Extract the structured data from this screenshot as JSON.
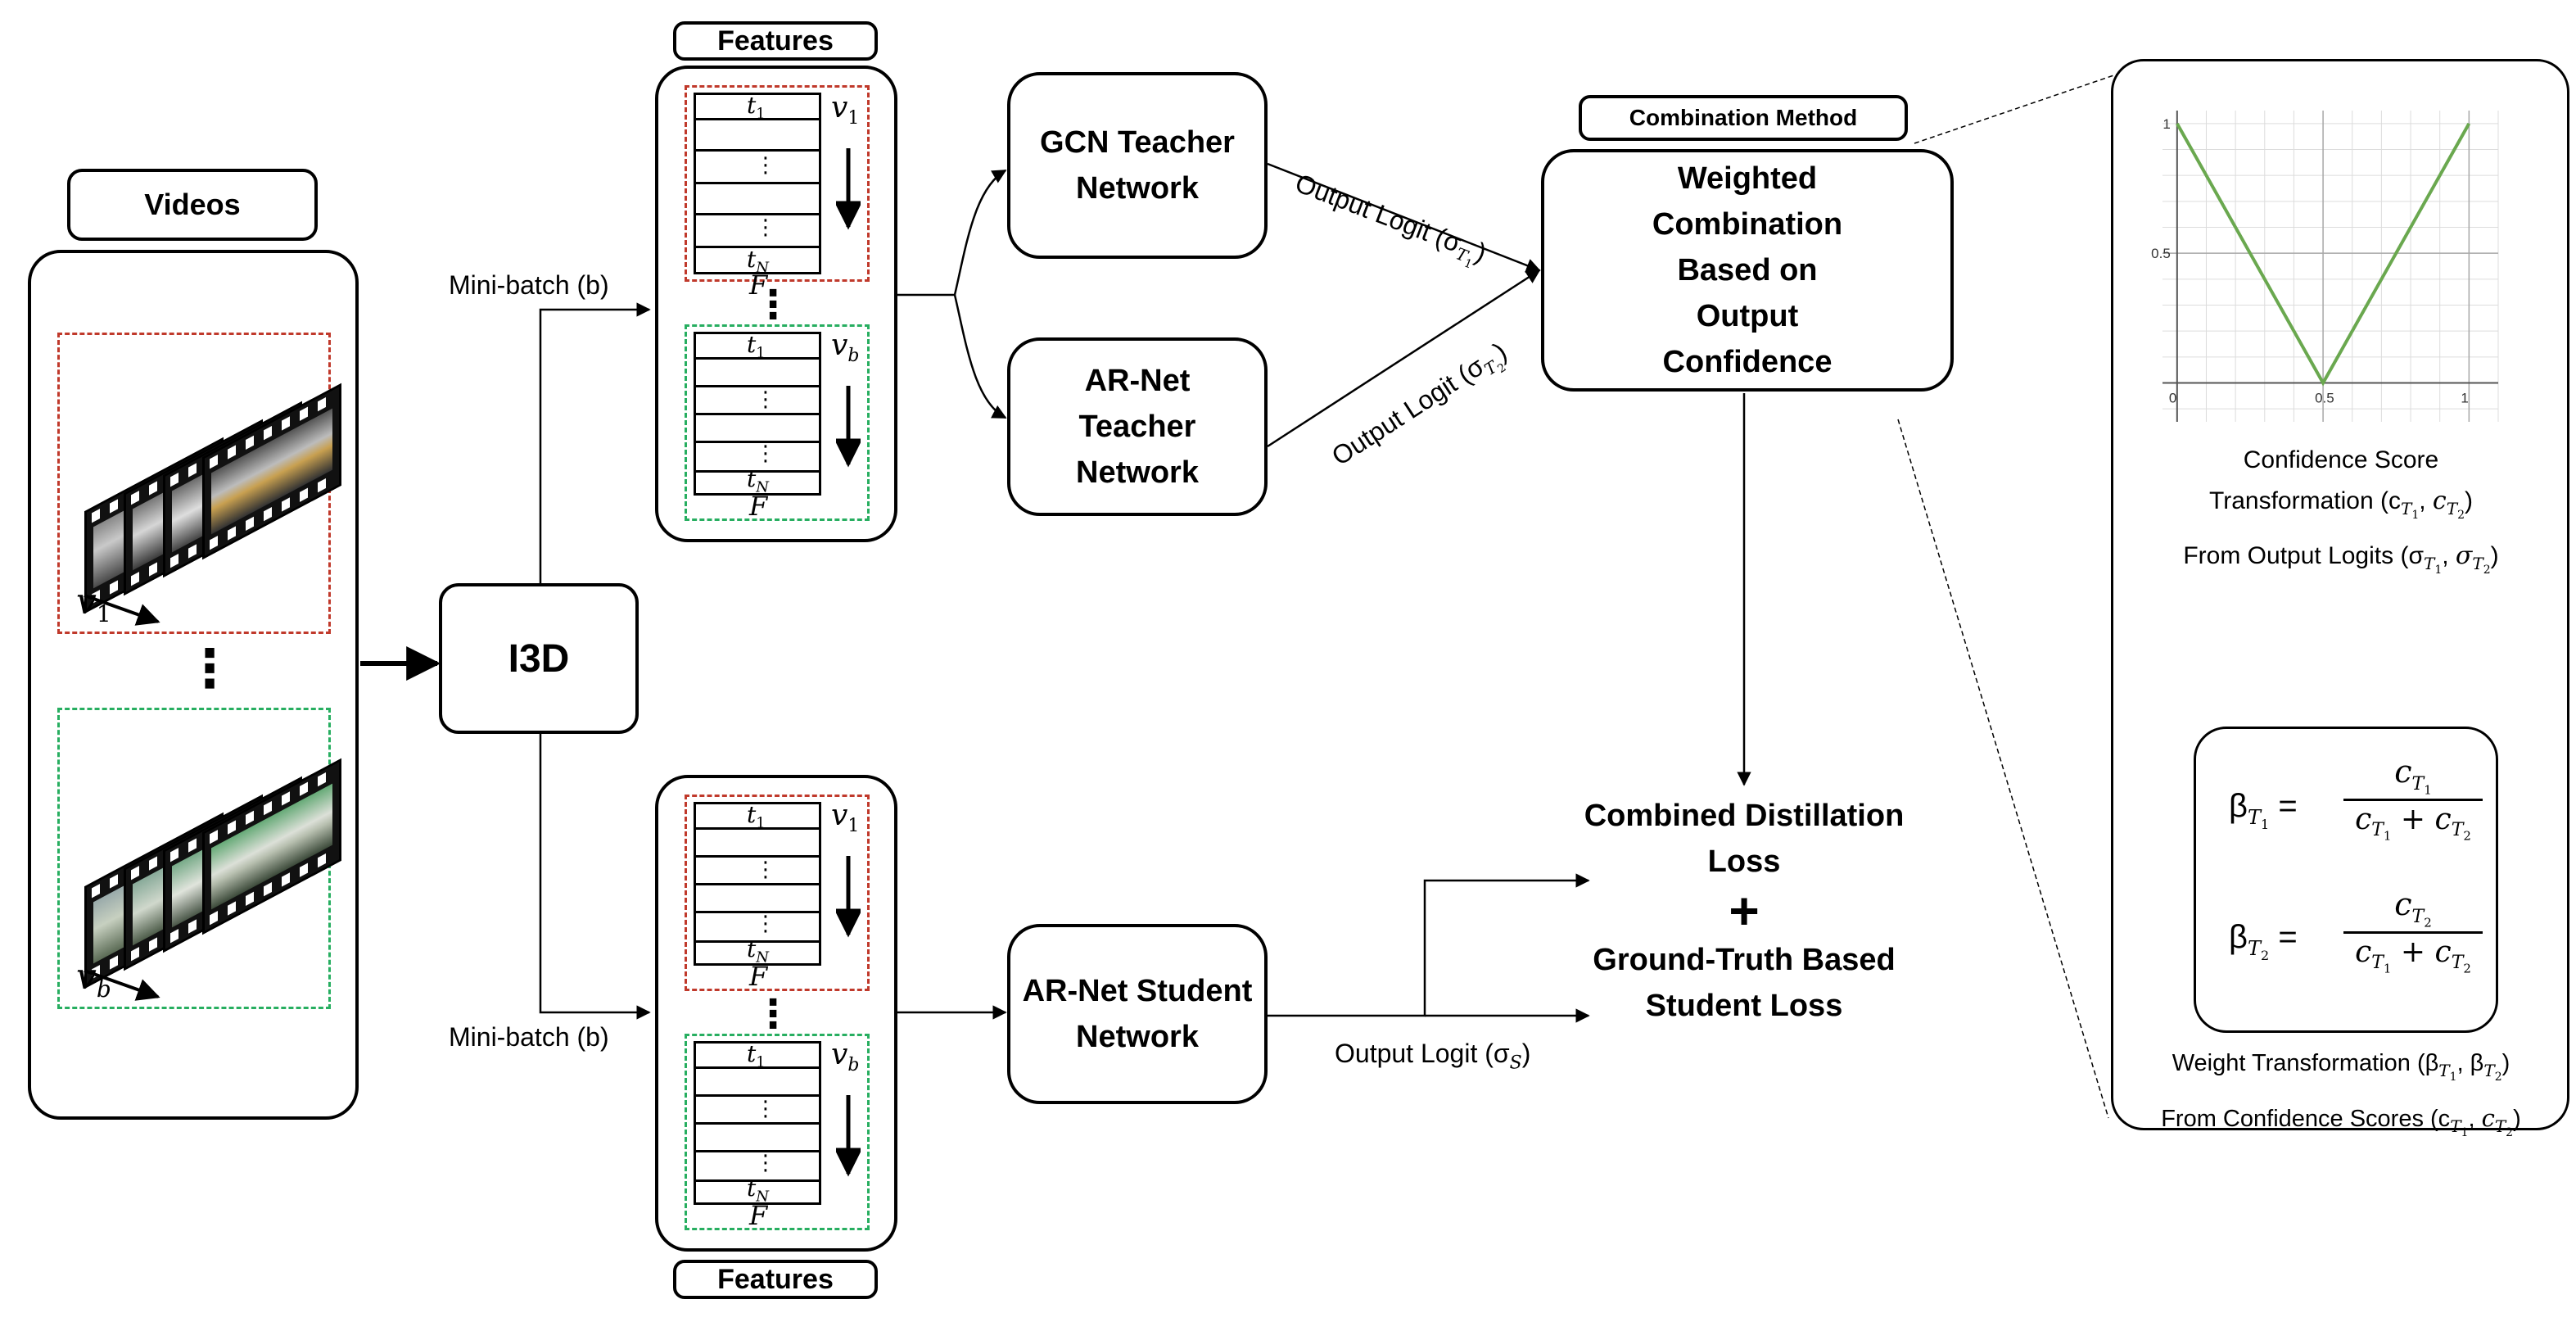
{
  "videos": {
    "title": "Videos",
    "v1": "v",
    "v1_sub": "1",
    "vb": "v",
    "vb_sub": "b",
    "ellipsis": "⋮"
  },
  "i3d": {
    "label": "I3D"
  },
  "minibatch": {
    "top": "Mini-batch (b)",
    "bottom": "Mini-batch (b)"
  },
  "features": {
    "title_top": "Features",
    "title_bottom": "Features",
    "t1": "t",
    "t1_sub": "1",
    "tN": "t",
    "tN_sub": "N",
    "F": "F",
    "v1": "v",
    "v1_sub": "1",
    "vb": "v",
    "vb_sub": "b",
    "dots": "⋮",
    "big_ellipsis": "⋮"
  },
  "teachers": {
    "gcn": "GCN Teacher Network",
    "arnet": "AR-Net Teacher Network",
    "student": "AR-Net Student Network"
  },
  "logits": {
    "t1": "Output Logit (σ",
    "t1_sub": "T",
    "t1_subsub": "1",
    "t2": "Output Logit (σ",
    "t2_sub": "T",
    "t2_subsub": "2",
    "s": "Output Logit (σ",
    "s_sub": "S"
  },
  "combination": {
    "tag": "Combination Method",
    "text": "Weighted Combination Based on Output Confidence"
  },
  "loss": {
    "line1": "Combined Distillation",
    "line2": "Loss",
    "plus": "+",
    "line3": "Ground-Truth Based",
    "line4": "Student Loss"
  },
  "panel": {
    "confidence_caption_1": "Confidence Score",
    "confidence_caption_2": "Transformation (c",
    "confidence_caption_3": "From Output Logits (σ",
    "formula_beta": "β",
    "formula_c": "c",
    "weight_caption_1": "Weight Transformation (β",
    "weight_caption_2": "From Confidence Scores (c"
  },
  "chart_data": {
    "type": "line",
    "title": "",
    "xlabel": "",
    "ylabel": "",
    "x": [
      0,
      0.5,
      1
    ],
    "series": [
      {
        "values": [
          1,
          0,
          1
        ]
      }
    ],
    "xlim": [
      -0.05,
      1.1
    ],
    "ylim": [
      -0.15,
      1.05
    ],
    "x_ticks": [
      "0",
      "0.5",
      "1"
    ],
    "y_ticks": [
      "0.5",
      "1"
    ],
    "grid": true,
    "line_color": "#6aa84f"
  }
}
